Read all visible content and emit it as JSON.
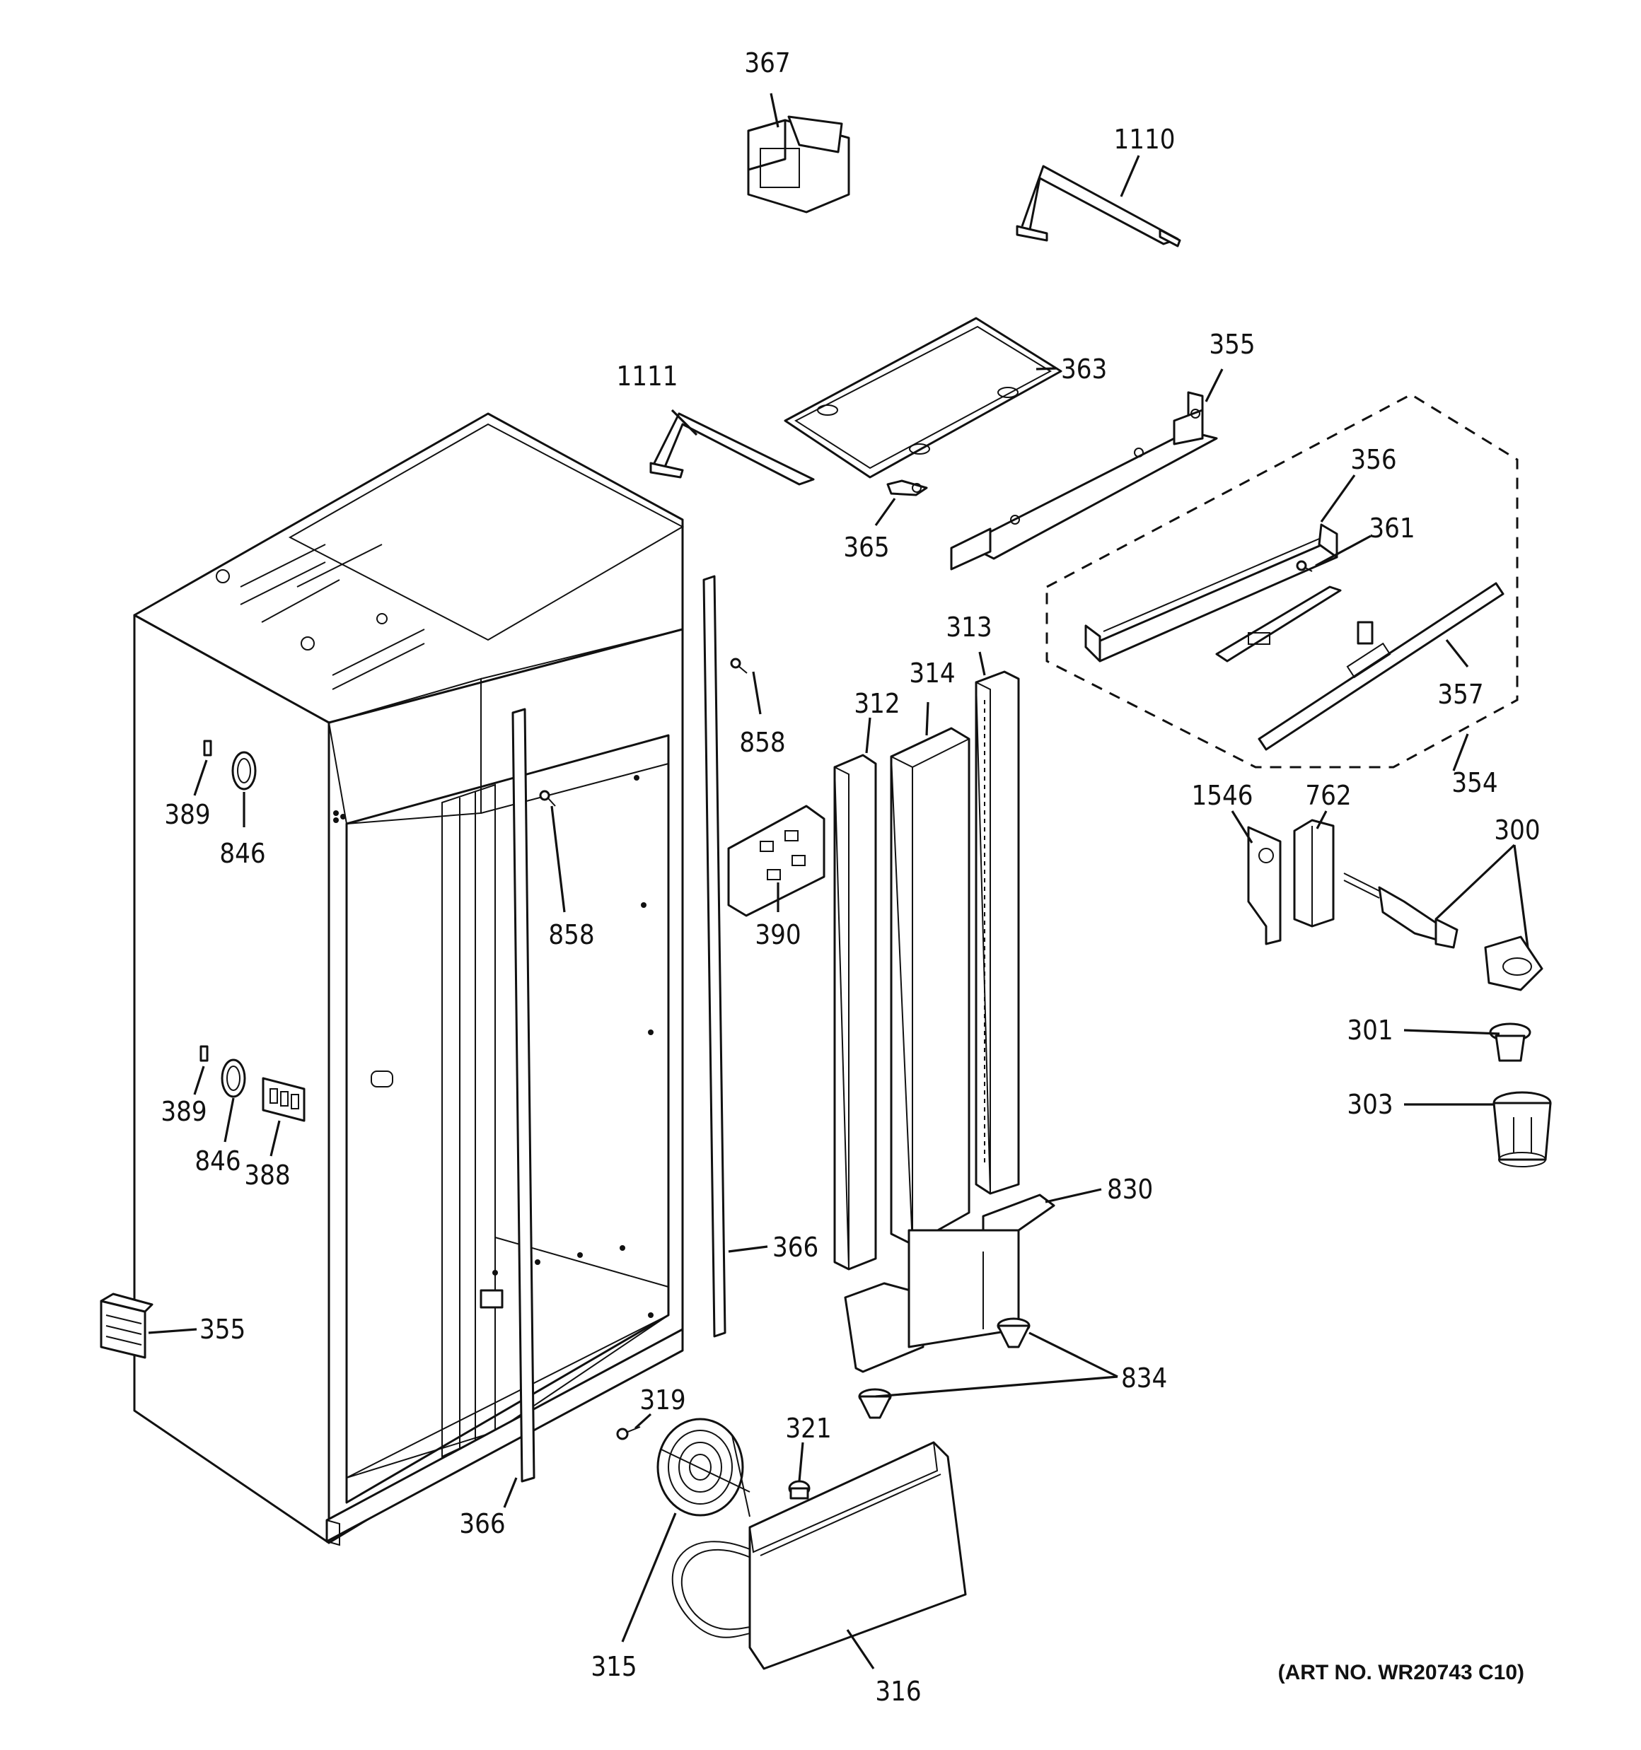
{
  "diagram": {
    "art_number": "(ART NO. WR20743 C10)",
    "labels": {
      "p367": "367",
      "p1110": "1110",
      "p363": "363",
      "p1111": "1111",
      "p355_top": "355",
      "p356": "356",
      "p365": "365",
      "p361": "361",
      "p313": "313",
      "p314": "314",
      "p312": "312",
      "p858_upper": "858",
      "p357": "357",
      "p354": "354",
      "p389_upper": "389",
      "p846_upper": "846",
      "p858_lower": "858",
      "p390": "390",
      "p1546": "1546",
      "p762": "762",
      "p300": "300",
      "p301": "301",
      "p303": "303",
      "p389_lower": "389",
      "p846_lower": "846",
      "p388": "388",
      "p830": "830",
      "p366_right": "366",
      "p355_bottom": "355",
      "p834": "834",
      "p319": "319",
      "p321": "321",
      "p366_bottom": "366",
      "p315": "315",
      "p316": "316"
    }
  }
}
